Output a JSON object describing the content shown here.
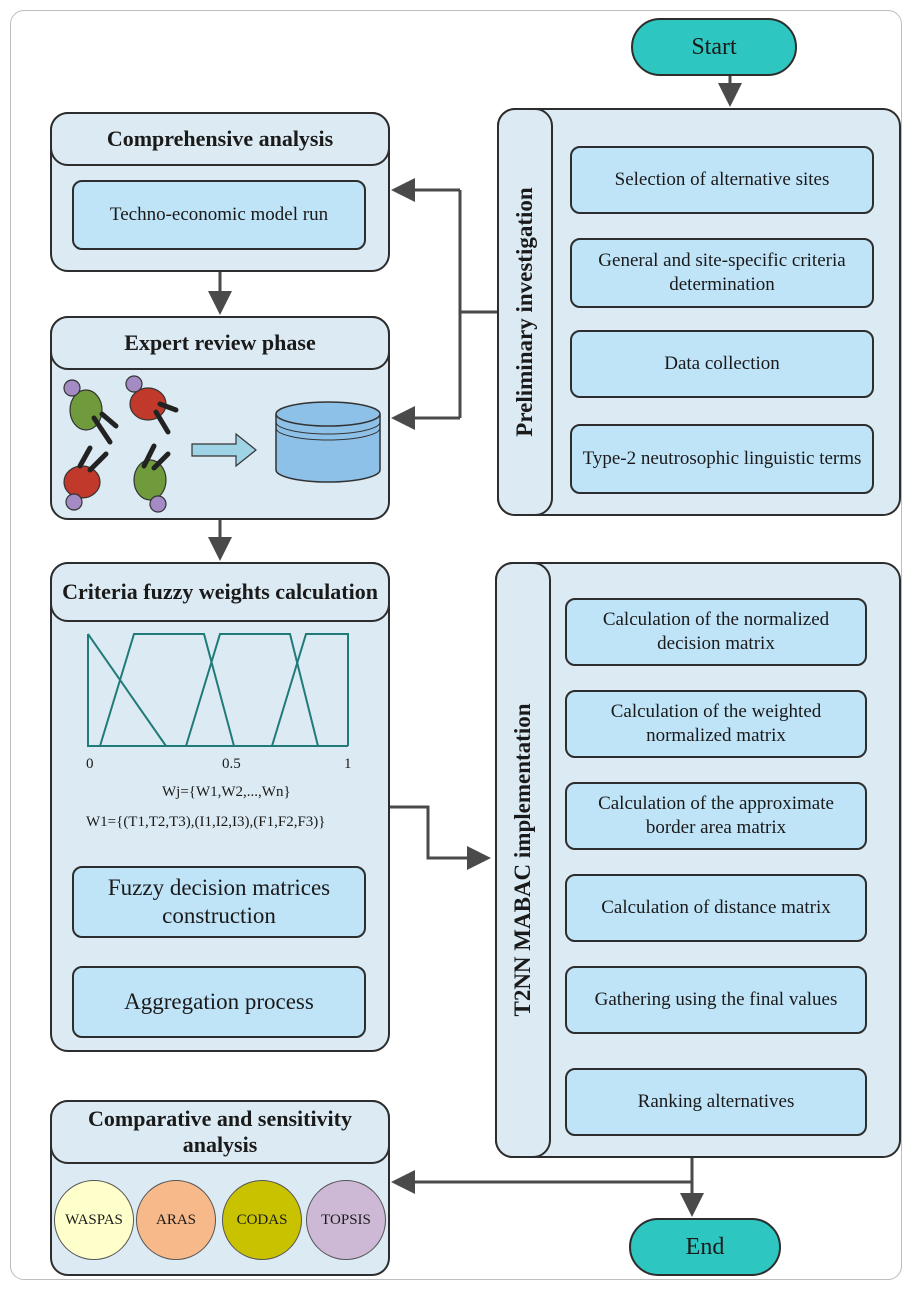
{
  "start": "Start",
  "end": "End",
  "preliminary": {
    "title": "Preliminary investigation",
    "steps": [
      "Selection of alternative sites",
      "General and site-specific criteria determination",
      "Data collection",
      "Type-2 neutrosophic linguistic terms"
    ]
  },
  "comprehensive": {
    "title": "Comprehensive analysis",
    "step": "Techno-economic model run"
  },
  "expert": {
    "title": "Expert review phase"
  },
  "criteria": {
    "title": "Criteria fuzzy weights calculation",
    "ticks": [
      "0",
      "0.5",
      "1"
    ],
    "formula_w": "Wj={W1,W2,...,Wn}",
    "formula_w1": "W1={(T1,T2,T3),(I1,I2,I3),(F1,F2,F3)}",
    "steps": [
      "Fuzzy decision matrices construction",
      "Aggregation process"
    ]
  },
  "mabac": {
    "title": "T2NN MABAC implementation",
    "steps": [
      "Calculation of the normalized decision matrix",
      "Calculation of the weighted normalized matrix",
      "Calculation of the approximate border area matrix",
      "Calculation of distance matrix",
      "Gathering using the final values",
      "Ranking alternatives"
    ]
  },
  "comparative": {
    "title": "Comparative and sensitivity analysis",
    "methods": [
      {
        "label": "WASPAS",
        "color": "#ffffcc"
      },
      {
        "label": "ARAS",
        "color": "#f8b98a"
      },
      {
        "label": "CODAS",
        "color": "#c9c200"
      },
      {
        "label": "TOPSIS",
        "color": "#cdb9d6"
      }
    ]
  },
  "colors": {
    "panel": "#dcebf3",
    "box": "#bfe3f7",
    "terminal": "#2ec6c0",
    "line": "#4a4a4a",
    "membership": "#1f7a78"
  }
}
